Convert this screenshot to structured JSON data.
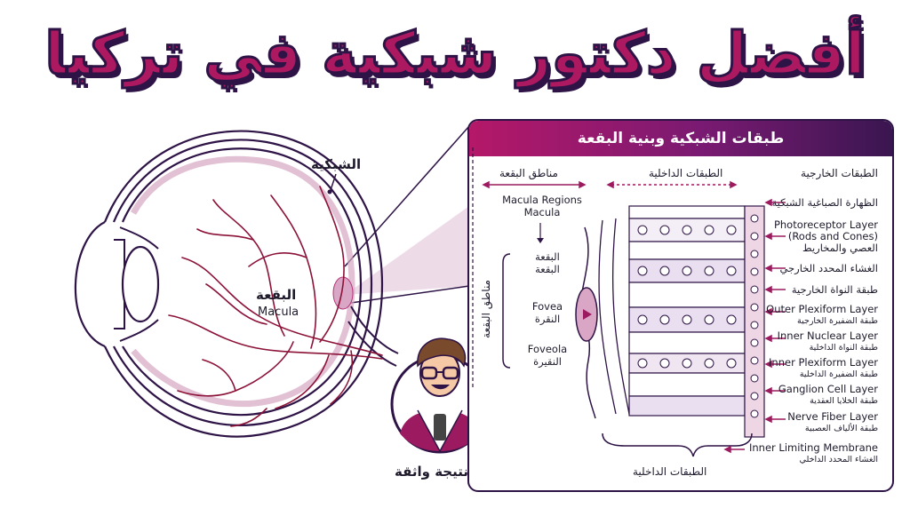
{
  "title": "أفضل دكتور شبكية في تركيا",
  "eye": {
    "retina_label": "الشبكية",
    "macula_ar": "البقعة",
    "macula_en": "Macula"
  },
  "doctor": {
    "caption": "نتيجة واثقة"
  },
  "panel": {
    "heading": "طبقات الشبكية وبنية البقعة",
    "col_outer": "الطبقات الخارجية",
    "col_inner": "الطبقات الداخلية",
    "col_regions": "مناطق البقعة",
    "regions_title_en": "Macula Regions",
    "regions_title_en2": "Macula",
    "side_label": "مناطق البقعة",
    "region_1_ar_a": "البقعة",
    "region_1_ar_b": "البقعة",
    "region_2_en": "Fovea",
    "region_2_ar": "النقرة",
    "region_3_en": "Foveola",
    "region_3_ar": "النقيرة",
    "bottom_label": "الطبقات الداخلية",
    "layers": [
      {
        "en": "الظهارة الصباغية الشبكية",
        "ar": ""
      },
      {
        "en": "Photoreceptor Layer",
        "en2": "(Rods and Cones)",
        "ar": "العصي والمخاريط"
      },
      {
        "en": "الغشاء المحدد الخارجي",
        "ar": ""
      },
      {
        "en": "طبقة النواة الخارجية",
        "ar": ""
      },
      {
        "en": "Outer Plexiform Layer",
        "ar": "طبقة الضفيرة الخارجية"
      },
      {
        "en": "Inner Nuclear Layer",
        "ar": "طبقة النواة الداخلية"
      },
      {
        "en": "Inner Plexiform Layer",
        "ar": "طبقة الضفيرة الداخلية"
      },
      {
        "en": "Ganglion Cell Layer",
        "ar": "طبقة الخلايا العقدية"
      },
      {
        "en": "Nerve Fiber Layer",
        "ar": "طبقة الألياف العصبية"
      },
      {
        "en": "Inner Limiting Membrane",
        "ar": "الغشاء المحدد الداخلي"
      }
    ]
  },
  "colors": {
    "brand": "#ad1961",
    "dark": "#2e1446",
    "vessel": "#8c1238",
    "panel_grad_end": "#3a1650"
  }
}
